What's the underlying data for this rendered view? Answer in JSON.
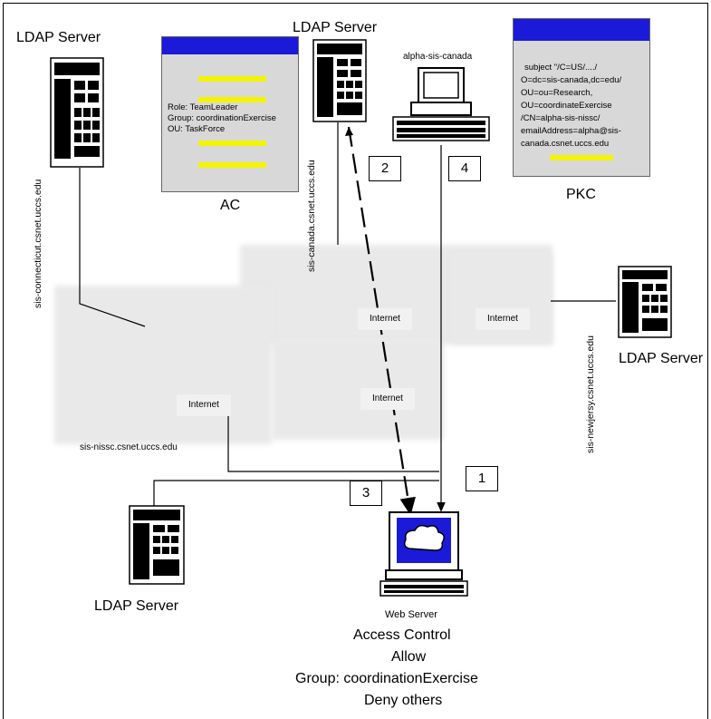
{
  "ldap_servers": {
    "top_left": "LDAP Server",
    "top_center": "LDAP Server",
    "right": "LDAP Server",
    "bottom_left": "LDAP Server"
  },
  "host_labels": {
    "connecticut": "sis-connecticut.csnet.uccs.edu",
    "canada": "sis-canada.csnet.uccs.edu",
    "newjersey": "sis-newjersy.csnet.uccs.edu",
    "nissc": "sis-nissc.csnet.uccs.edu",
    "client": "alpha-sis-canada"
  },
  "internet_labels": [
    "Internet",
    "Internet",
    "Internet",
    "Internet"
  ],
  "step_numbers": [
    "1",
    "2",
    "3",
    "4"
  ],
  "ac_cert": {
    "caption": "AC",
    "lines": [
      "Role: TeamLeader",
      "Group: coordinationExercise",
      "OU: TaskForce"
    ]
  },
  "pkc_cert": {
    "caption": "PKC",
    "lines": [
      "subject \"/C=US/..../",
      "O=dc=sis-canada,dc=edu/",
      "OU=ou=Research,",
      "OU=coordinateExercise",
      "/CN=alpha-sis-nissc/",
      "emailAddress=alpha@sis-",
      "canada.csnet.uccs.edu"
    ]
  },
  "web_server": {
    "label": "Web Server",
    "policy_title": "Access Control",
    "allow": "Allow",
    "group": "Group: coordinationExercise",
    "deny": "Deny others"
  },
  "colors": {
    "cert_header": "#1a1ad8",
    "highlight": "#f4f400",
    "screen": "#1a1ad8",
    "cloud": "#e9e9e9"
  }
}
